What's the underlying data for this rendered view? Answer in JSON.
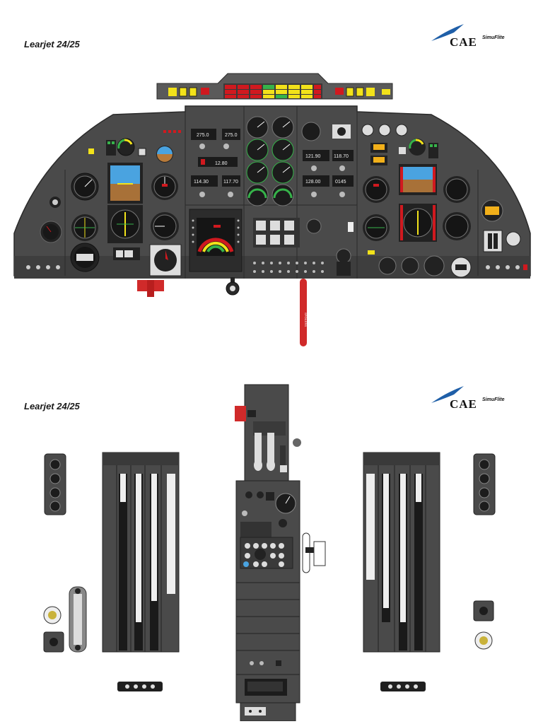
{
  "header": {
    "title": "Learjet 24/25",
    "brand": "CAE",
    "brand_sub": "SimuFlite",
    "brand_color": "#1f5fa8"
  },
  "second_header": {
    "title": "Learjet 24/25",
    "brand": "CAE",
    "brand_sub": "SimuFlite"
  },
  "radios": {
    "adf_left": "275.0",
    "adf_right": "275.0",
    "com1_active": "121.90",
    "com1_standby": "118.70",
    "nav1_active": "114.30",
    "nav1_standby": "117.70",
    "nav2_active": "128.00",
    "transponder": "0145",
    "autopilot_display": "12.80"
  },
  "colors": {
    "panel": "#4a4a4a",
    "panel_dark": "#353535",
    "annunciator_red": "#d0191f",
    "annunciator_yellow": "#f2e21a",
    "annunciator_green": "#36b34a",
    "brake_handle": "#d02a2a"
  }
}
